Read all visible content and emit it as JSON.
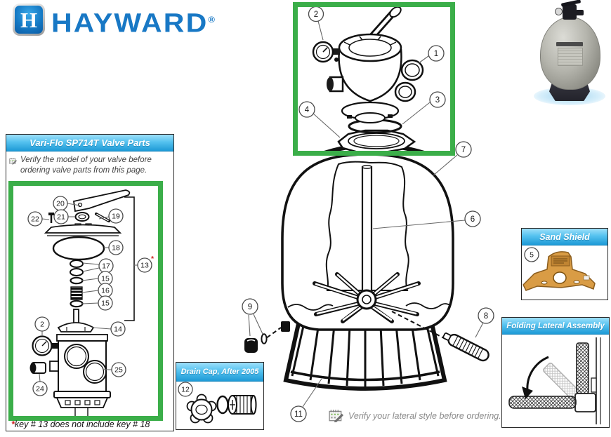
{
  "brand": {
    "wordmark": "HAYWARD",
    "registered_mark": "®",
    "monogram": "H"
  },
  "valve_parts_panel": {
    "title": "Vari-Flo SP714T Valve Parts",
    "note": "Verify the model of your valve before ordering valve parts from this page.",
    "footnote_mark": "*",
    "footnote_text": "key # 13 does not include key # 18"
  },
  "sand_shield_panel": {
    "title": "Sand Shield"
  },
  "folding_lateral_panel": {
    "title": "Folding Lateral Assembly"
  },
  "drain_cap_panel": {
    "title": "Drain Cap, After 2005"
  },
  "lateral_note": {
    "text": "Verify your lateral style before ordering."
  },
  "callouts": {
    "c1": "1",
    "c2": "2",
    "c3": "3",
    "c4": "4",
    "c5": "5",
    "c6": "6",
    "c7": "7",
    "c8": "8",
    "c9": "9",
    "c11": "11",
    "c12": "12",
    "c13": "13",
    "c13_mark": "*",
    "c14": "14",
    "c15": "15",
    "c16": "16",
    "c17": "17",
    "c18": "18",
    "c19": "19",
    "c20": "20",
    "c21": "21",
    "c22": "22",
    "c24": "24",
    "c25": "25"
  },
  "colors": {
    "brand_blue": "#1878C5",
    "header_blue_top": "#9FE0FA",
    "header_blue_bottom": "#1E9AD6",
    "highlight_green": "#3BAE49",
    "shield_orange": "#D99C45",
    "footnote_red": "#CC2222"
  }
}
